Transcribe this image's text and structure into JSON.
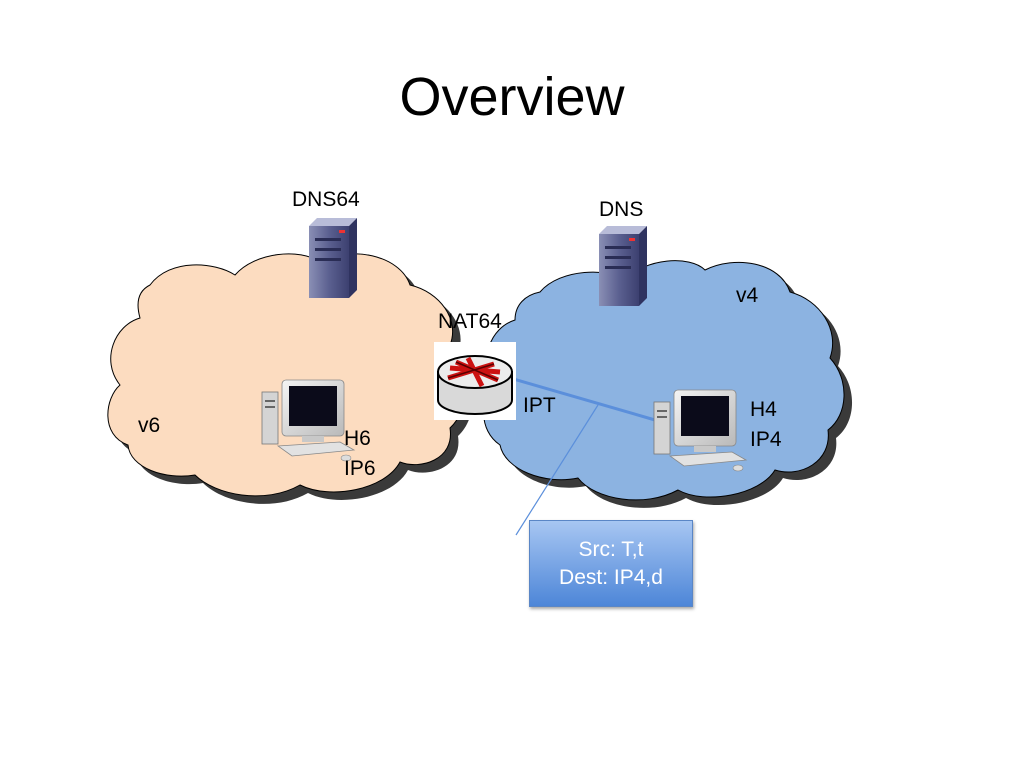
{
  "slide": {
    "title": "Overview"
  },
  "diagram": {
    "v6_network": {
      "label": "v6",
      "color": "#fcdcc0"
    },
    "v4_network": {
      "label": "v4",
      "color": "#8cb3e1"
    },
    "dns64": {
      "label": "DNS64",
      "icon": "server-icon"
    },
    "dns": {
      "label": "DNS",
      "icon": "server-icon"
    },
    "nat64": {
      "label": "NAT64",
      "icon": "router-icon",
      "address_label": "IPT"
    },
    "host_v6": {
      "name": "H6",
      "address": "IP6",
      "icon": "desktop-computer-icon"
    },
    "host_v4": {
      "name": "H4",
      "address": "IP4",
      "icon": "desktop-computer-icon"
    },
    "packet_callout": {
      "line1": "Src: T,t",
      "line2": "Dest: IP4,d",
      "color": "#5b8fdb"
    }
  }
}
